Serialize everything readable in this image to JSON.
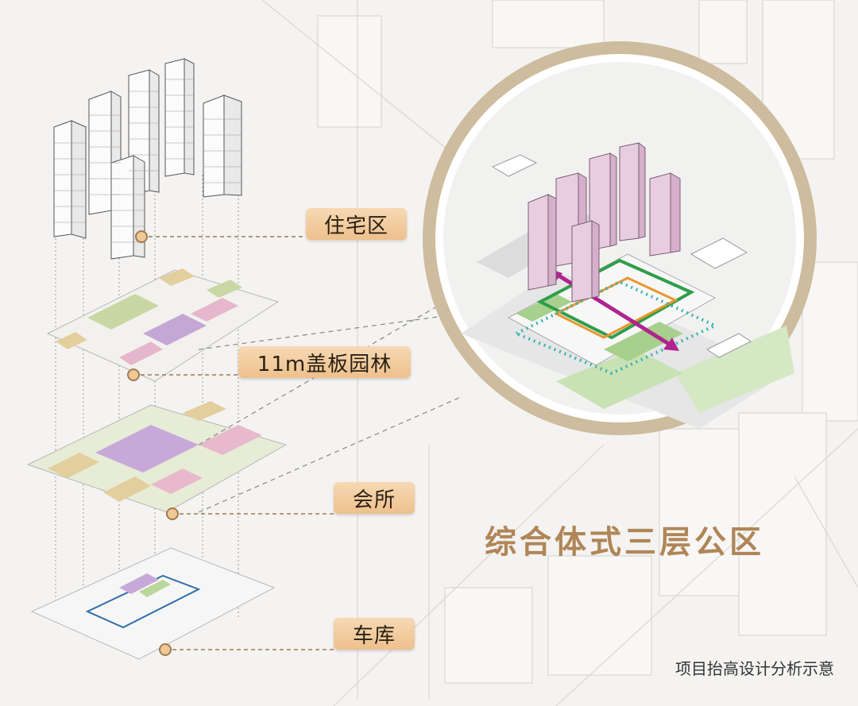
{
  "layers": [
    {
      "label": "住宅区"
    },
    {
      "label": "11m盖板园林"
    },
    {
      "label": "会所"
    },
    {
      "label": "车库"
    }
  ],
  "title": "综合体式三层公区",
  "caption": "项目抬高设计分析示意",
  "colors": {
    "accent_gold": "#b08658",
    "label_bg": "#f0c895",
    "ring": "#c9b99b",
    "tower_pink": "#e8cce0",
    "green_line": "#2f9e4a",
    "orange_line": "#e8962e",
    "purple_arrow": "#b0248f",
    "teal_dots": "#3ab3b0",
    "garage_loop": "#2f6ea8"
  }
}
